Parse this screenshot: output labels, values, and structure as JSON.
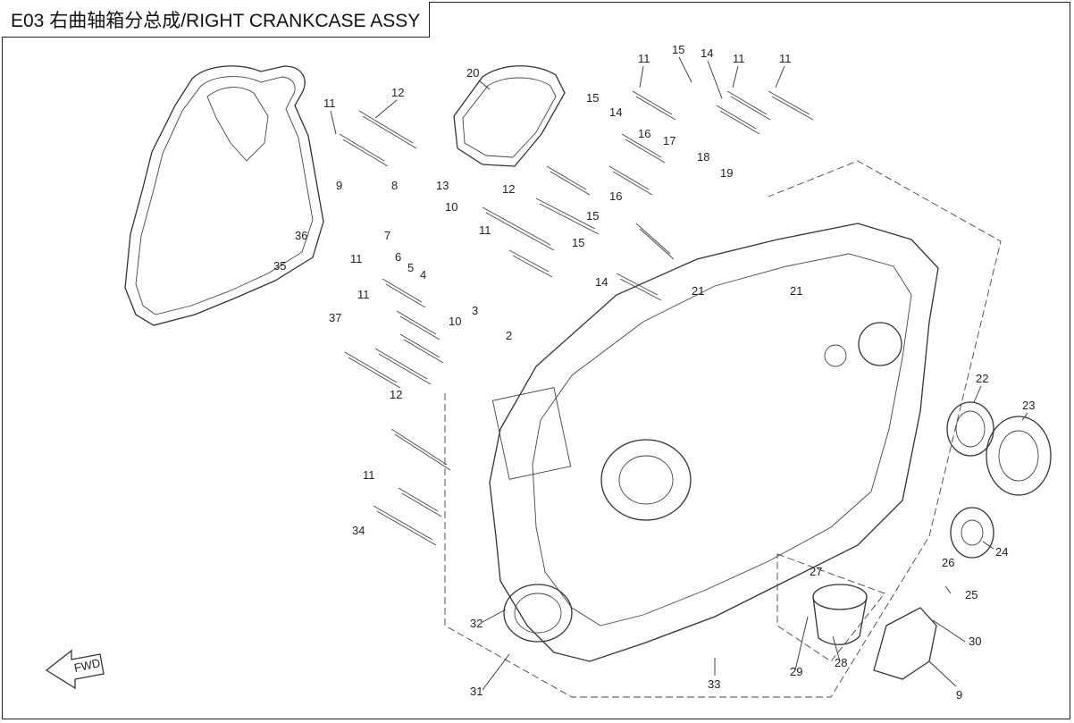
{
  "title": "E03 右曲轴箱分总成/RIGHT CRANKCASE ASSY",
  "fwd_label": "FWD",
  "callouts": [
    "11",
    "12",
    "20",
    "15",
    "14",
    "11",
    "11",
    "15",
    "14",
    "11",
    "9",
    "8",
    "13",
    "12",
    "16",
    "17",
    "18",
    "19",
    "36",
    "10",
    "7",
    "6",
    "5",
    "4",
    "11",
    "16",
    "15",
    "35",
    "11",
    "3",
    "15",
    "14",
    "21",
    "21",
    "11",
    "37",
    "2",
    "10",
    "12",
    "22",
    "23",
    "11",
    "34",
    "24",
    "26",
    "25",
    "27",
    "30",
    "32",
    "29",
    "28",
    "9",
    "31",
    "33"
  ]
}
